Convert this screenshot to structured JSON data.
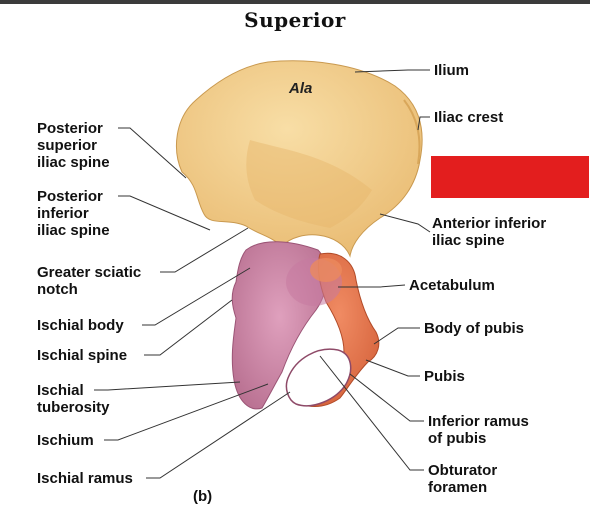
{
  "title": "Superior",
  "bone_label": "Ala",
  "figure_tag": "(b)",
  "colors": {
    "ilium": "#f3cf8e",
    "ischium": "#d48cae",
    "pubis": "#ea7850",
    "redaction": "#e31e1e"
  },
  "labels": {
    "ilium": "Ilium",
    "iliac_crest": "Iliac crest",
    "anterior_inferior_iliac_spine": "Anterior inferior\niliac spine",
    "acetabulum": "Acetabulum",
    "body_of_pubis": "Body of pubis",
    "pubis": "Pubis",
    "inferior_ramus_of_pubis": "Inferior ramus\nof pubis",
    "obturator_foramen": "Obturator\nforamen",
    "posterior_superior_iliac_spine": "Posterior\nsuperior\niliac spine",
    "posterior_inferior_iliac_spine": "Posterior\ninferior\niliac spine",
    "greater_sciatic_notch": "Greater sciatic\nnotch",
    "ischial_body": "Ischial body",
    "ischial_spine": "Ischial spine",
    "ischial_tuberosity": "Ischial\ntuberosity",
    "ischium": "Ischium",
    "ischial_ramus": "Ischial ramus"
  }
}
